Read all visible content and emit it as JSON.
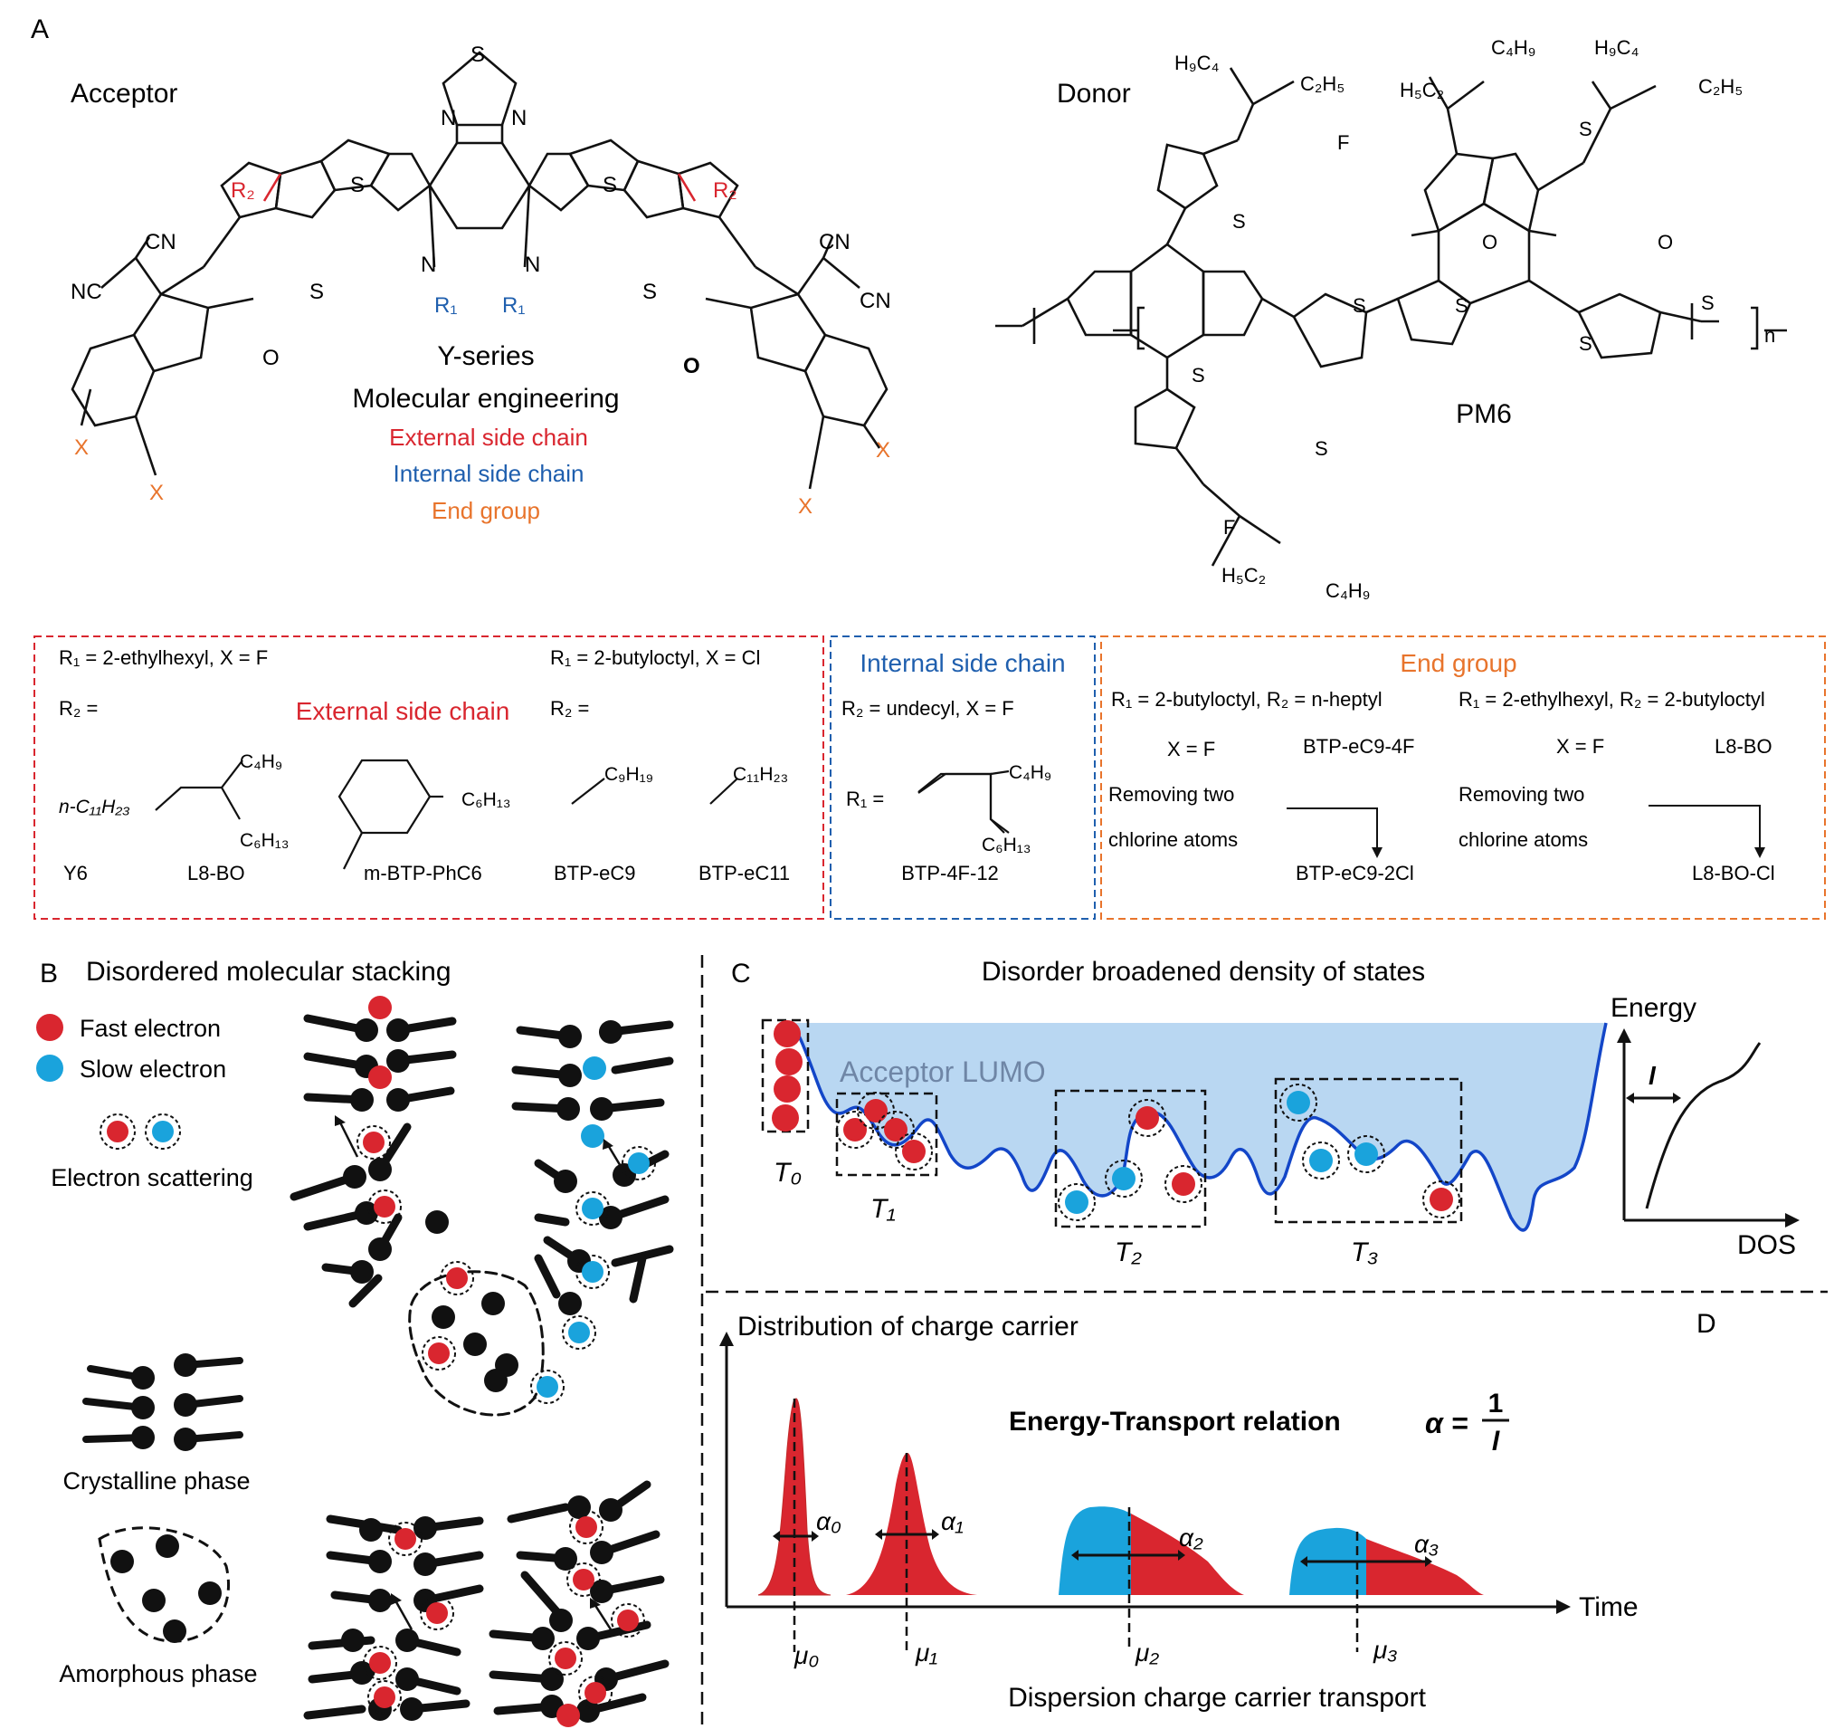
{
  "colors": {
    "red": "#d9262f",
    "blue": "#1f5fae",
    "orange": "#e8742c",
    "cyan": "#1aa3dc",
    "lumo_fill": "#b9d7f2",
    "curve": "#1346c8",
    "black": "#111111"
  },
  "panel_a": {
    "letter": "A",
    "acceptor_label": "Acceptor",
    "donor_label": "Donor",
    "center_title": "Y-series",
    "center_subtitle": "Molecular engineering",
    "legend_external": "External side chain",
    "legend_internal": "Internal side chain",
    "legend_end": "End group",
    "acceptor_atoms": {
      "s": "S",
      "n": "N",
      "o": "O",
      "cn": "CN",
      "nc": "NC",
      "x": "X",
      "r1": "R₁",
      "r2": "R₂"
    },
    "donor_atoms": {
      "f": "F",
      "s": "S",
      "o": "O",
      "n_sub": "n",
      "h9c4": "H₉C₄",
      "c2h5": "C₂H₅",
      "c4h9": "C₄H₉",
      "h5c2": "H₅C₂",
      "polymer": "PM6"
    },
    "box_external": {
      "title": "External side chain",
      "r1_left": "R₁ = 2-ethylhexyl, X = F",
      "r1_right": "R₁ = 2-butyloctyl, X = Cl",
      "r2_left": "R₂ =",
      "r2_right": "R₂ =",
      "chains": {
        "n_c11": "n-C₁₁H₂₃",
        "c4h9": "C₄H₉",
        "c6h13": "C₆H₁₃",
        "c6h13_b": "C₆H₁₃",
        "c9h19": "C₉H₁₉",
        "c11h23": "C₁₁H₂₃"
      },
      "names": [
        "Y6",
        "L8-BO",
        "m-BTP-PhC6",
        "BTP-eC9",
        "BTP-eC11"
      ]
    },
    "box_internal": {
      "title": "Internal side chain",
      "line1": "R₂  = undecyl, X = F",
      "r1_label": "R₁ =",
      "c4h9": "C₄H₉",
      "c6h13": "C₆H₁₃",
      "name": "BTP-4F-12"
    },
    "box_end": {
      "title": "End group",
      "left_header": "R₁ = 2-butyloctyl, R₂ =  n-heptyl",
      "right_header": "R₁ = 2-ethylhexyl, R₂ = 2-butyloctyl",
      "left_x": "X = F",
      "left_from": "BTP-eC9-4F",
      "left_note1": "Removing two",
      "left_note2": "chlorine atoms",
      "left_to": "BTP-eC9-2Cl",
      "right_x": "X = F",
      "right_from": "L8-BO",
      "right_note1": "Removing two",
      "right_note2": "chlorine atoms",
      "right_to": "L8-BO-Cl"
    }
  },
  "panel_b": {
    "letter": "B",
    "title": "Disordered molecular stacking",
    "legend_fast": "Fast electron",
    "legend_slow": "Slow electron",
    "legend_scatter": "Electron scattering",
    "crystalline": "Crystalline phase",
    "amorphous": "Amorphous phase"
  },
  "panel_c": {
    "letter": "C",
    "title": "Disorder broadened density of states",
    "lumo_label": "Acceptor LUMO",
    "t_labels": [
      "T₀",
      "T₁",
      "T₂",
      "T₃"
    ],
    "energy_label": "Energy",
    "dos_label": "DOS",
    "l_label": "l"
  },
  "panel_d": {
    "letter": "D",
    "y_label": "Distribution of charge carrier",
    "x_label": "Time",
    "relation_title": "Energy-Transport relation",
    "formula_lhs": "α =",
    "formula_num": "1",
    "formula_den": "l",
    "alphas": [
      "α₀",
      "α₁",
      "α₂",
      "α₃"
    ],
    "mus": [
      "μ₀",
      "μ₁",
      "μ₂",
      "μ₃"
    ],
    "bottom": "Dispersion charge carrier transport"
  }
}
